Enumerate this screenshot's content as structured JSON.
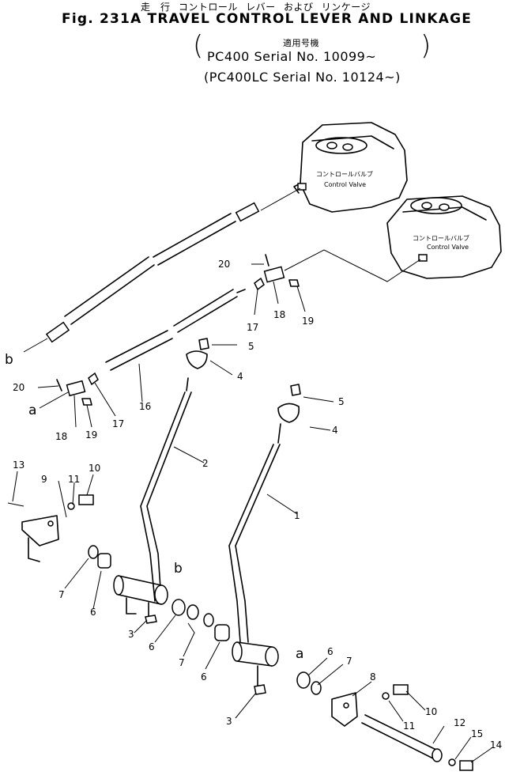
{
  "title": {
    "jp": "走　行 コントロール レバー および リンケージ",
    "en": "Fig. 231A  TRAVEL CONTROL LEVER AND LINKAGE",
    "applicability_jp": "適用号機",
    "serial_1": "PC400    Serial No. 10099~",
    "serial_2": "(PC400LC Serial No. 10124~)"
  },
  "valves": [
    {
      "jp": "コントロールバルブ",
      "en": "Control Valve"
    },
    {
      "jp": "コントロールバルブ",
      "en": "Control Valve"
    }
  ],
  "callouts": {
    "c1": "1",
    "c2": "2",
    "c3a": "3",
    "c3b": "3",
    "c4a": "4",
    "c4b": "4",
    "c5a": "5",
    "c5b": "5",
    "c6a": "6",
    "c6b": "6",
    "c6c": "6",
    "c6d": "6",
    "c7a": "7",
    "c7b": "7",
    "c7c": "7",
    "c8": "8",
    "c9": "9",
    "c10a": "10",
    "c10b": "10",
    "c11a": "11",
    "c11b": "11",
    "c12": "12",
    "c13": "13",
    "c14": "14",
    "c15": "15",
    "c16": "16",
    "c17a": "17",
    "c17b": "17",
    "c18a": "18",
    "c18b": "18",
    "c19a": "19",
    "c19b": "19",
    "c20a": "20",
    "c20b": "20",
    "ref_a1": "a",
    "ref_a2": "a",
    "ref_b1": "b",
    "ref_b2": "b"
  }
}
